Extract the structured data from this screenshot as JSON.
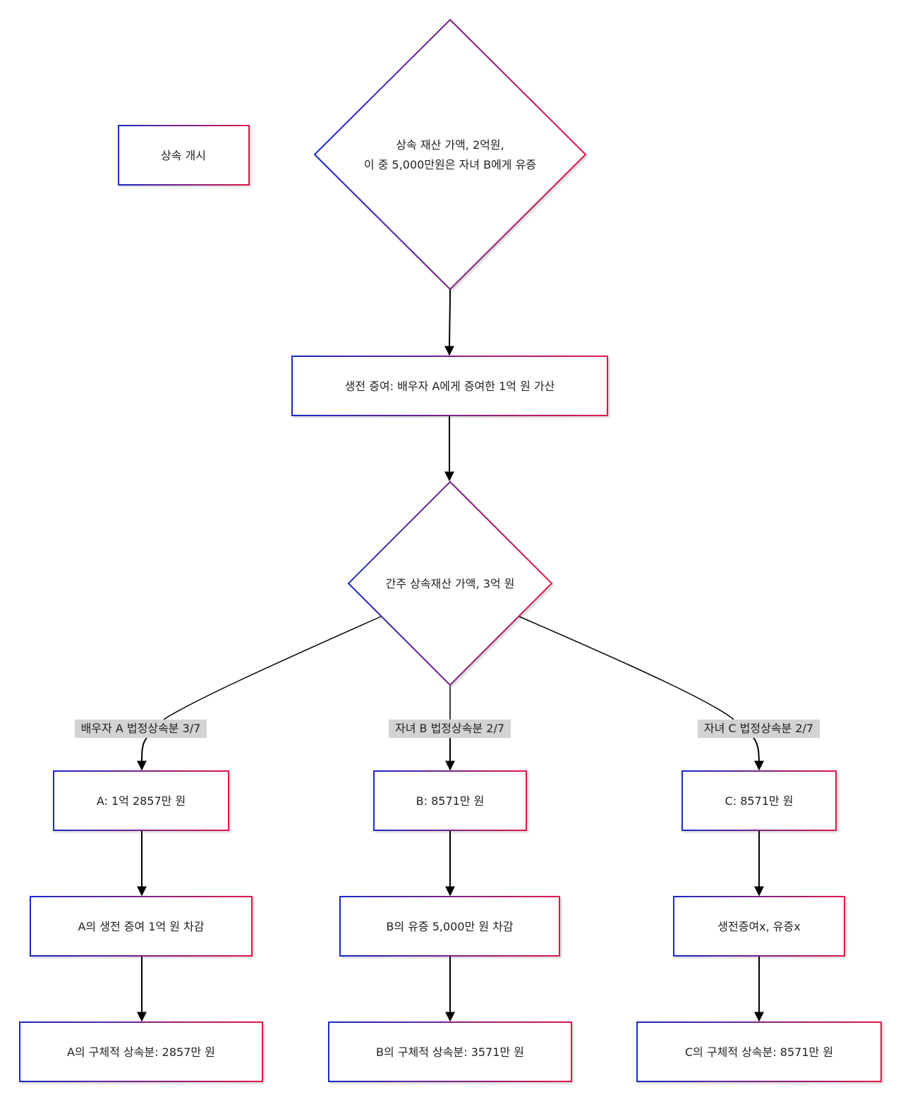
{
  "nodes": {
    "start": "상속 개시",
    "estate_line1": "상속 재산 가액, 2억원,",
    "estate_line2": "이 중 5,000만원은 자녀 B에게 유증",
    "gift": "생전 증여: 배우자 A에게 증여한 1억 원 가산",
    "deemed": "간주 상속재산 가액, 3억 원",
    "a_share": "A: 1억 2857만 원",
    "b_share": "B: 8571만 원",
    "c_share": "C: 8571만 원",
    "a_deduct": "A의 생전 증여 1억 원 차감",
    "b_deduct": "B의 유증 5,000만 원 차감",
    "c_deduct": "생전증여x, 유증x",
    "a_final": "A의 구체적 상속분: 2857만 원",
    "b_final": "B의 구체적 상속분: 3571만 원",
    "c_final": "C의 구체적 상속분: 8571만 원"
  },
  "edge_labels": {
    "to_a": "배우자 A 법정상속분 3/7",
    "to_b": "자녀 B 법정상속분 2/7",
    "to_c": "자녀 C 법정상속분 2/7"
  },
  "colors": {
    "border_start": "#1a2bc7",
    "border_end": "#e0194a",
    "edge": "#000000",
    "edge_label_bg": "#d3d3d3"
  }
}
